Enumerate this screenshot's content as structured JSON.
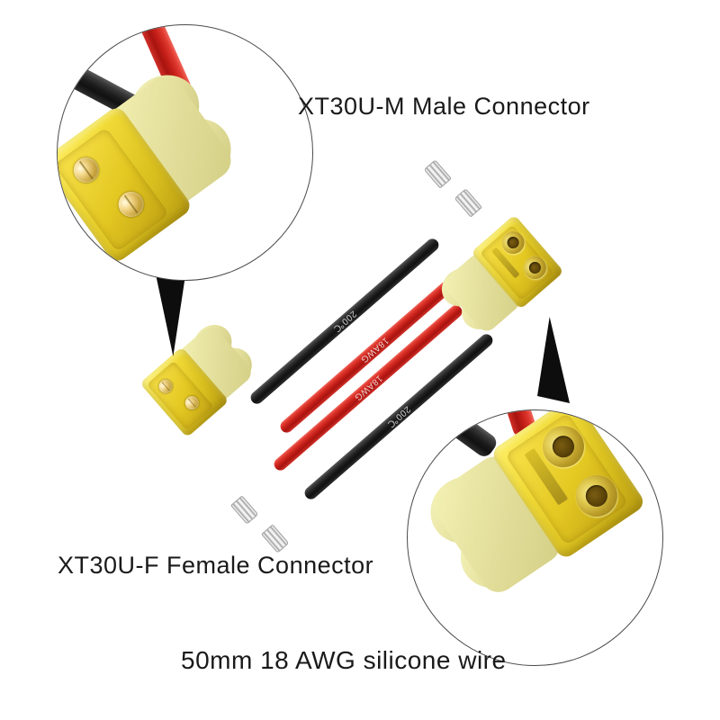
{
  "background_color": "#ffffff",
  "labels": {
    "male_connector": "XT30U-M Male Connector",
    "female_connector": "XT30U-F Female Connector",
    "caption": "50mm 18 AWG silicone wire"
  },
  "colors": {
    "connector_shell_yellow": "#f2dc38",
    "strain_relief_pale_yellow": "#e6e2a0",
    "wire_red": "#c41f18",
    "wire_black": "#1c1c1c",
    "pin_gold": "#c9a43c",
    "text": "#1a1a1a",
    "inset_outline": "#4a4a4a",
    "pointer": "#0d0d0d"
  },
  "wire_markings": {
    "temperature": "200℃",
    "gauge": "18AWG"
  },
  "insets": [
    {
      "name": "male-connector-closeup",
      "subject": "XT30U-M male connector with two gold male pins",
      "points_to": "male-connector"
    },
    {
      "name": "female-connector-closeup",
      "subject": "XT30U-F female connector with two round gold sockets",
      "points_to": "female-connector"
    }
  ],
  "product": {
    "male_connector": {
      "type": "XT30U-M",
      "contacts": "2 male pins",
      "wires": [
        "black",
        "red"
      ]
    },
    "female_connector": {
      "type": "XT30U-F",
      "contacts": "2 female sockets",
      "wires": [
        "red",
        "black"
      ]
    },
    "wire_length": "50mm",
    "wire_gauge": "18 AWG",
    "wire_insulation": "silicone",
    "wire_temperature_rating": "200℃"
  }
}
